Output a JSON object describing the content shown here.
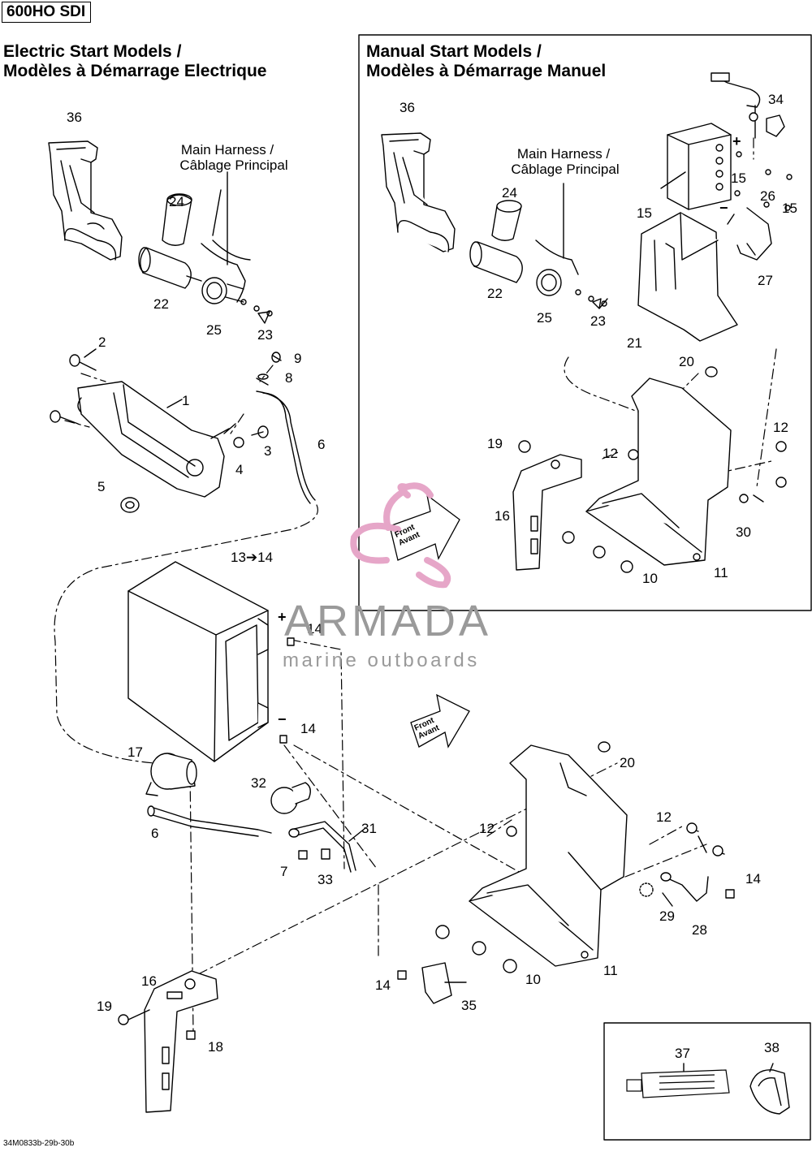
{
  "model": "600HO SDI",
  "electric": {
    "title_en": "Electric Start Models /",
    "title_fr": "Modèles à Démarrage Electrique",
    "harness_en": "Main Harness /",
    "harness_fr": "Câblage Principal"
  },
  "manual": {
    "title_en": "Manual Start Models /",
    "title_fr": "Modèles à Démarrage Manuel",
    "harness_en": "Main Harness /",
    "harness_fr": "Câblage Principal"
  },
  "callouts": {
    "c1": "1",
    "c2": "2",
    "c3": "3",
    "c4": "4",
    "c5": "5",
    "c6a": "6",
    "c6b": "6",
    "c7": "7",
    "c8": "8",
    "c9": "9",
    "c10a": "10",
    "c10b": "10",
    "c11a": "11",
    "c11b": "11",
    "c12a": "12",
    "c12b": "12",
    "c12c": "12",
    "c12d": "12",
    "c13": "13➔14",
    "c14a": "14",
    "c14b": "14",
    "c14c": "14",
    "c14d": "14",
    "c15a": "15",
    "c15b": "15",
    "c15c": "15",
    "c16a": "16",
    "c16b": "16",
    "c17": "17",
    "c18": "18",
    "c19a": "19",
    "c19b": "19",
    "c20a": "20",
    "c20b": "20",
    "c21": "21",
    "c22a": "22",
    "c22b": "22",
    "c23a": "23",
    "c23b": "23",
    "c24a": "24",
    "c24b": "24",
    "c25a": "25",
    "c25b": "25",
    "c26": "26",
    "c27": "27",
    "c28": "28",
    "c29": "29",
    "c30": "30",
    "c31": "31",
    "c32": "32",
    "c33": "33",
    "c34": "34",
    "c35": "35",
    "c36a": "36",
    "c36b": "36",
    "c37": "37",
    "c38": "38"
  },
  "front_labels": {
    "en": "Front",
    "fr": "Avant"
  },
  "polarity": {
    "plus": "+",
    "minus": "−"
  },
  "watermark": {
    "name": "ARMADA",
    "sub": "marine outboards"
  },
  "drawing_code": "34M0833b-29b-30b",
  "colors": {
    "logo_pink": "#e6a6c8",
    "watermark_gray": "#9a9a9a",
    "line": "#000000"
  }
}
